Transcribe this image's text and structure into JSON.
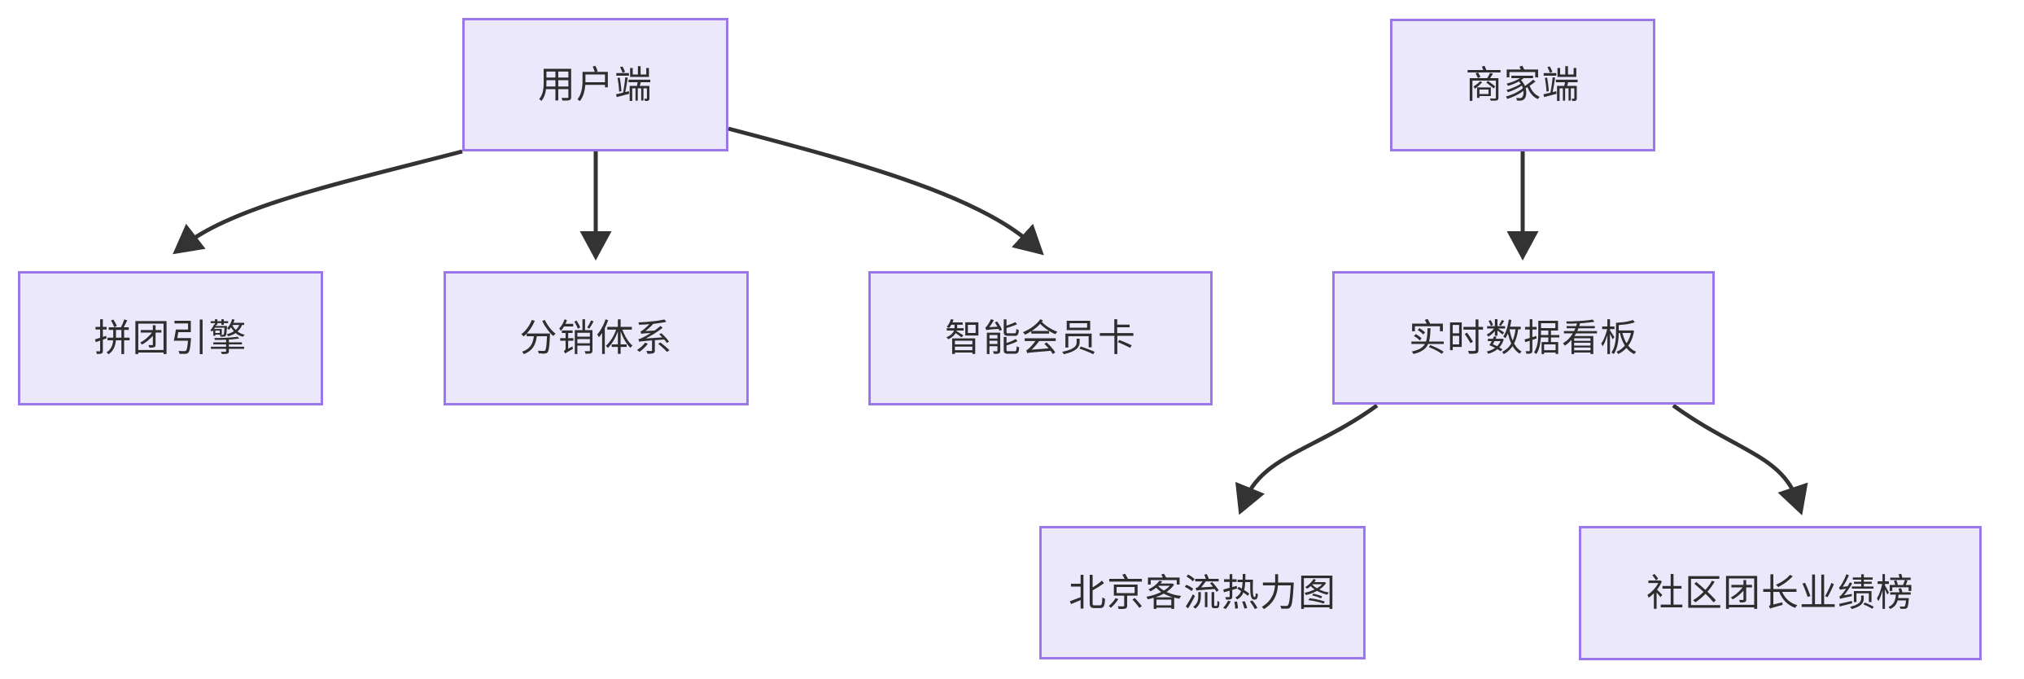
{
  "diagram": {
    "type": "flowchart",
    "direction": "top-down",
    "background_color": "#ffffff",
    "node_fill_color": "#ebe8fc",
    "node_border_color": "#9a77ea",
    "node_text_color": "#2e2e2e",
    "edge_color": "#333333",
    "nodes": [
      {
        "id": "user-client",
        "label": "用户端",
        "row": 0
      },
      {
        "id": "merchant-client",
        "label": "商家端",
        "row": 0
      },
      {
        "id": "group-buy-engine",
        "label": "拼团引擎",
        "row": 1
      },
      {
        "id": "distribution",
        "label": "分销体系",
        "row": 1
      },
      {
        "id": "smart-card",
        "label": "智能会员卡",
        "row": 1
      },
      {
        "id": "realtime-board",
        "label": "实时数据看板",
        "row": 1
      },
      {
        "id": "beijing-heatmap",
        "label": "北京客流热力图",
        "row": 2
      },
      {
        "id": "leader-ranking",
        "label": "社区团长业绩榜",
        "row": 2
      }
    ],
    "edges": [
      {
        "from": "user-client",
        "to": "group-buy-engine",
        "label": "",
        "arrow": "triangle"
      },
      {
        "from": "user-client",
        "to": "distribution",
        "label": "",
        "arrow": "triangle"
      },
      {
        "from": "user-client",
        "to": "smart-card",
        "label": "",
        "arrow": "triangle"
      },
      {
        "from": "merchant-client",
        "to": "realtime-board",
        "label": "",
        "arrow": "triangle"
      },
      {
        "from": "realtime-board",
        "to": "beijing-heatmap",
        "label": "",
        "arrow": "triangle"
      },
      {
        "from": "realtime-board",
        "to": "leader-ranking",
        "label": "",
        "arrow": "triangle"
      }
    ]
  }
}
